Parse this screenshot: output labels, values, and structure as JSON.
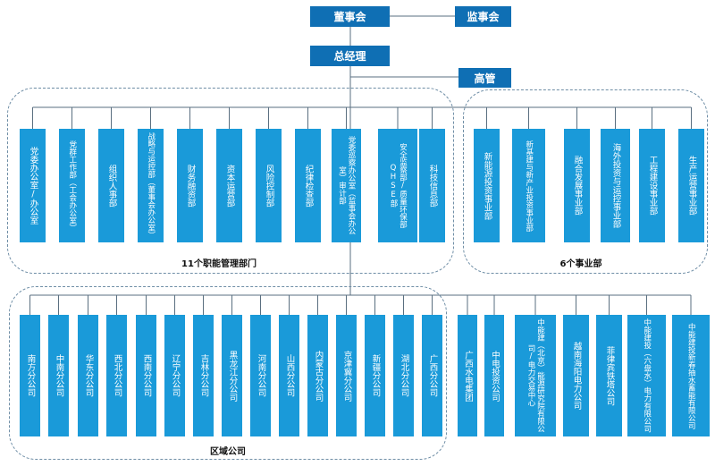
{
  "top": {
    "board": "董事会",
    "supervisors": "监事会",
    "gm": "总经理",
    "senior": "高管"
  },
  "functional": {
    "caption": "11个职能管理部门",
    "items": [
      "党委办公室/办公室",
      "党群工作部（工会办公室）",
      "组织人事部",
      "战略与运控部（董事会办公室）",
      "财务融资部",
      "资本运营部",
      "风险控制部",
      "纪律检查部",
      "党委巡察办公室（监事会办公室）审计部",
      "安全监察部/质量环保部QHSE部",
      "科技信息部"
    ]
  },
  "business": {
    "caption": "6个事业部",
    "items": [
      "新能源投资事业部",
      "新基建与新产业投资事业部",
      "融合发展事业部",
      "海外投资与运控事业部",
      "工程建设事业部",
      "生产运营事业部"
    ]
  },
  "regional": {
    "caption": "区域公司",
    "items": [
      "南方分公司",
      "中南分公司",
      "华东分公司",
      "西北分公司",
      "西南分公司",
      "辽宁分公司",
      "吉林分公司",
      "黑龙江分公司",
      "河南分公司",
      "山西分公司",
      "内蒙古分公司",
      "京津冀分公司",
      "新疆分公司",
      "湖北分公司",
      "广西分公司"
    ]
  },
  "subsidiaries": {
    "items": [
      "广西水电集团",
      "中电投资公司",
      "中能建（北京）能源研究院有限公司/电力交易中心",
      "越南海阳电力公司",
      "菲律宾铁塔公司",
      "中能建投（六盘水）电力有限公司",
      "中能建投新春抽水蓄能有限公司"
    ]
  }
}
